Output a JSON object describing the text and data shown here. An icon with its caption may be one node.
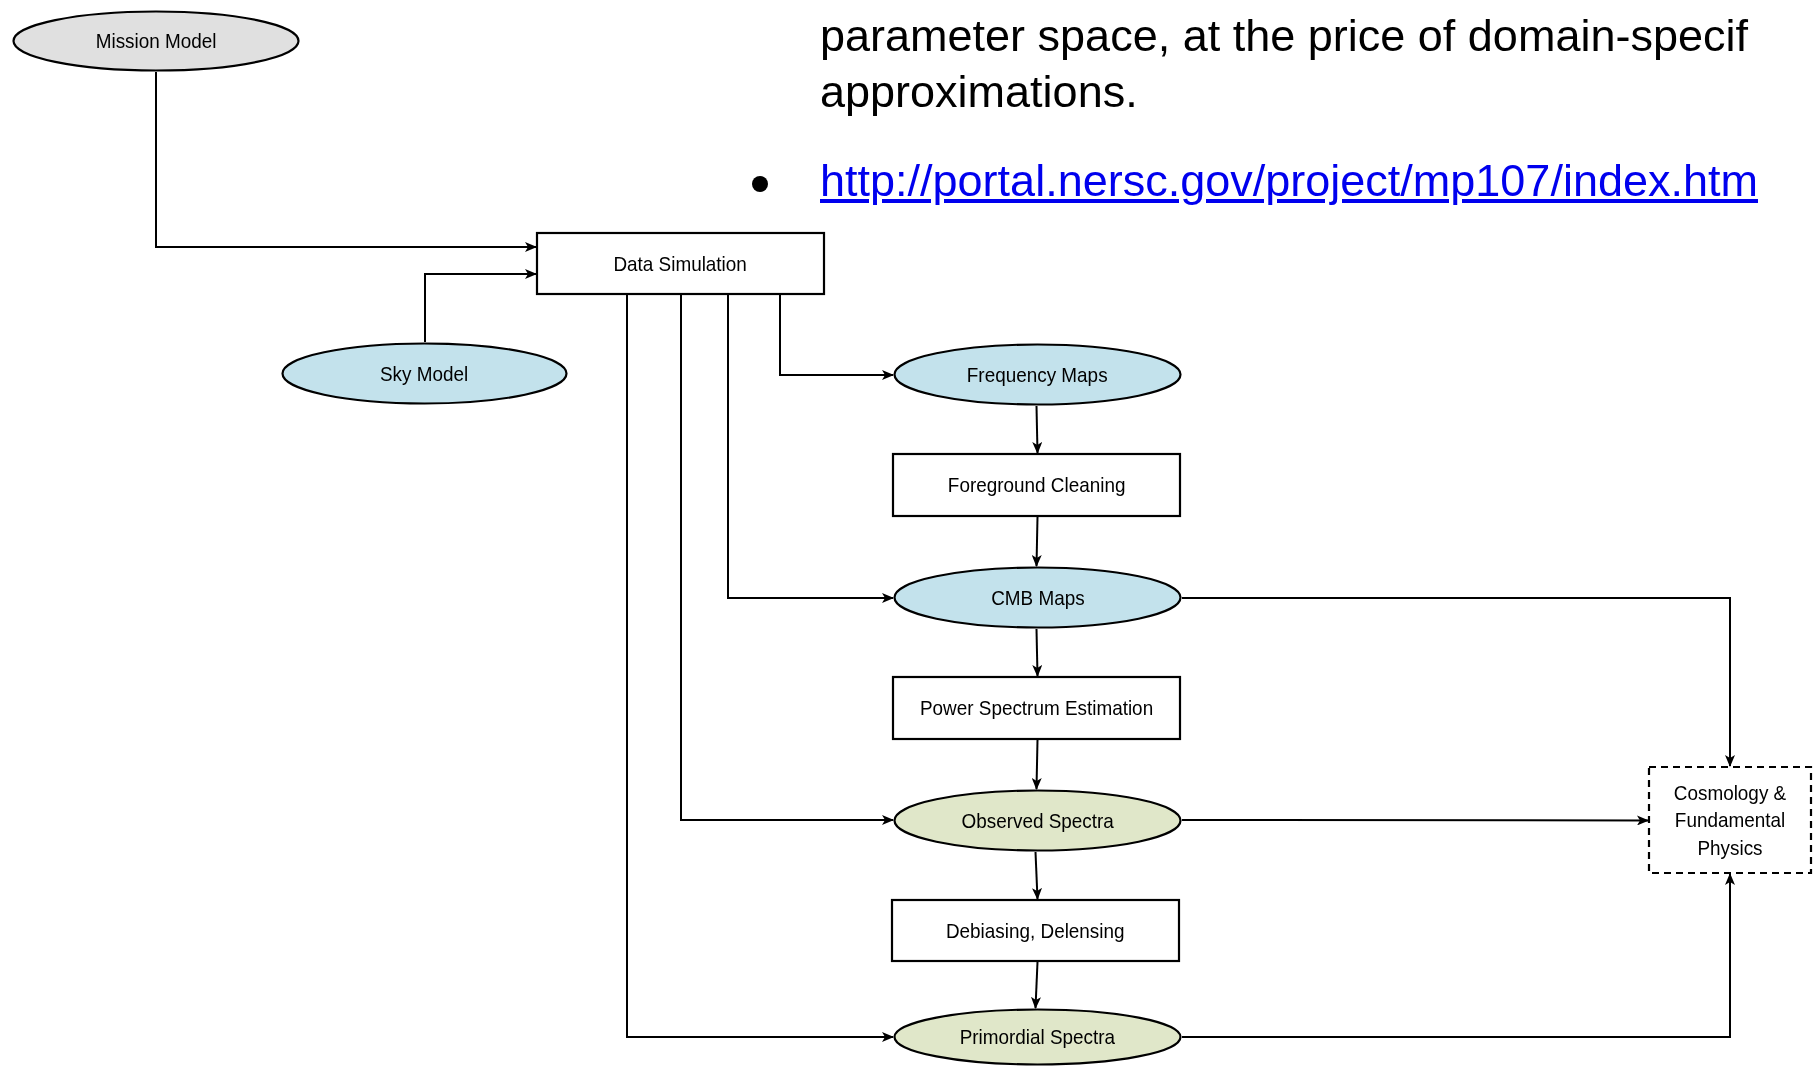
{
  "diagram": {
    "nodes": [
      {
        "text": [
          "Mission Model"
        ]
      },
      {
        "text": [
          "Data Simulation"
        ]
      },
      {
        "text": [
          "Sky Model"
        ]
      },
      {
        "text": [
          "Frequency Maps"
        ]
      },
      {
        "text": [
          "Foreground Cleaning"
        ]
      },
      {
        "text": [
          "CMB Maps"
        ]
      },
      {
        "text": [
          "Power Spectrum Estimation"
        ]
      },
      {
        "text": [
          "Observed Spectra"
        ]
      },
      {
        "text": [
          "Debiasing, Delensing"
        ]
      },
      {
        "text": [
          "Primordial Spectra"
        ]
      },
      {
        "text": [
          "Cosmology & Fundamental Physics"
        ]
      }
    ],
    "edges": [
      {
        "from": 0,
        "to": 1,
        "arrow": "to"
      },
      {
        "from": 2,
        "to": 1,
        "arrow": "to"
      },
      {
        "from": 1,
        "to": 3,
        "arrow": "to"
      },
      {
        "from": 1,
        "to": 5,
        "arrow": "to"
      },
      {
        "from": 1,
        "to": 7,
        "arrow": "to"
      },
      {
        "from": 1,
        "to": 9,
        "arrow": "to"
      },
      {
        "from": 3,
        "to": 4,
        "arrow": "to"
      },
      {
        "from": 4,
        "to": 5,
        "arrow": "to"
      },
      {
        "from": 5,
        "to": 6,
        "arrow": "to"
      },
      {
        "from": 6,
        "to": 7,
        "arrow": "to"
      },
      {
        "from": 7,
        "to": 8,
        "arrow": "to"
      },
      {
        "from": 8,
        "to": 9,
        "arrow": "to"
      },
      {
        "from": 5,
        "to": 10,
        "arrow": "to"
      },
      {
        "from": 7,
        "to": 10,
        "arrow": "to"
      },
      {
        "from": 9,
        "to": 10,
        "arrow": "to"
      }
    ],
    "labels": [
      "parameter space, at the price of domain-specif approximations.",
      "http://portal.nersc.gov/project/mp107/index.htm"
    ]
  }
}
